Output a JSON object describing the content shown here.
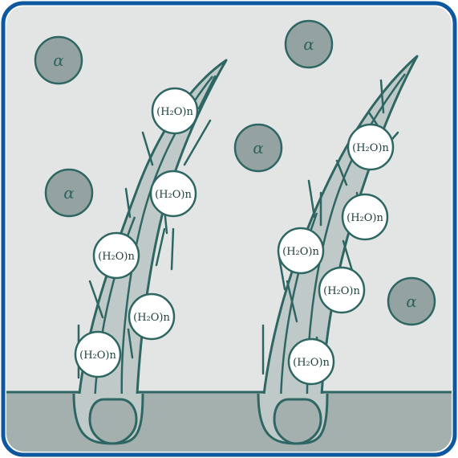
{
  "colors": {
    "frame_border": "#0e58a0",
    "background": "#e3e5e4",
    "ground": "#a4b0ae",
    "hair_fill": "#bfc9c7",
    "stroke": "#2e6663",
    "alpha_fill": "#94a3a1",
    "water_fill": "#ffffff"
  },
  "labels": {
    "alpha": "α",
    "water": "(H₂O)n"
  },
  "alpha_particles": [
    "α",
    "α",
    "α",
    "α",
    "α"
  ],
  "water_molecules": [
    "(H₂O)n",
    "(H₂O)n",
    "(H₂O)n",
    "(H₂O)n",
    "(H₂O)n",
    "(H₂O)n",
    "(H₂O)n",
    "(H₂O)n",
    "(H₂O)n",
    "(H₂O)n"
  ],
  "hairs": [
    "left-hair",
    "right-hair"
  ]
}
